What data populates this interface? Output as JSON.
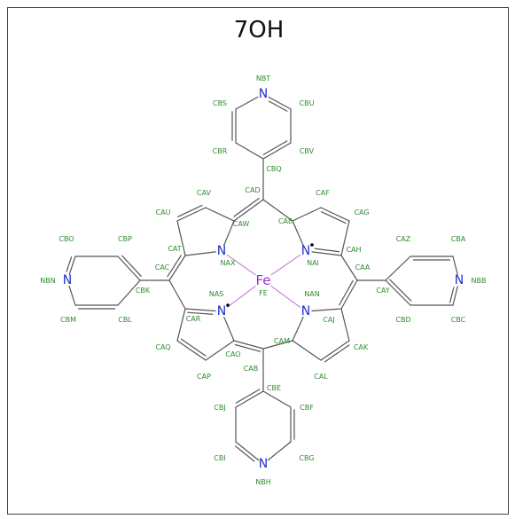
{
  "title": "7OH",
  "colors": {
    "bond": "#555555",
    "label": "#2e8b2e",
    "nitrogen": "#1f2fd0",
    "iron": "#9b30c8",
    "coord_bond": "#c07ad8"
  },
  "atoms": {
    "NBT": "N",
    "NBN": "N",
    "NBB": "N",
    "NBH": "N",
    "NAX": "N",
    "NAI": "N",
    "NAS": "N",
    "NAN": "N",
    "FE": "Fe"
  },
  "radicals": [
    "NAI",
    "NAS"
  ],
  "labels": [
    "NBT",
    "CBS",
    "CBU",
    "CBR",
    "CBV",
    "CBQ",
    "CAD",
    "CAV",
    "CAF",
    "CAW",
    "CAE",
    "CAU",
    "CAG",
    "NAX",
    "NAI",
    "CAH",
    "CAT",
    "CAA",
    "CAZ",
    "CBA",
    "CBO",
    "CBP",
    "CAC",
    "CAY",
    "NBB",
    "NBN",
    "CBK",
    "NAS",
    "NAN",
    "FE",
    "CBD",
    "CBC",
    "CBM",
    "CBL",
    "CAR",
    "CAJ",
    "CAM",
    "CAQ",
    "CAO",
    "CAK",
    "CAB",
    "CAP",
    "CAL",
    "CBE",
    "CBJ",
    "CBF",
    "CBI",
    "CBG",
    "NBH"
  ]
}
